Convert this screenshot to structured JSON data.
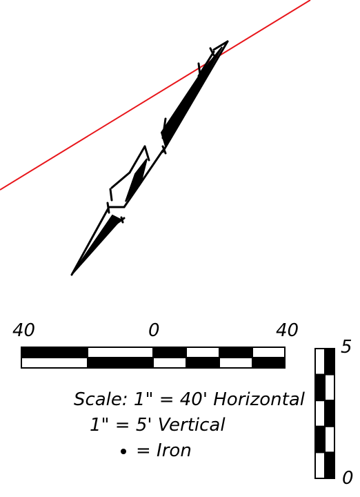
{
  "colors": {
    "survey_line": "#e8161b",
    "ink": "#000000",
    "background": "#ffffff"
  },
  "horizontal_scale": {
    "left_label": "40",
    "center_label": "0",
    "right_label": "40"
  },
  "vertical_scale": {
    "top_label": "5",
    "bottom_label": "0"
  },
  "scale_note": {
    "horizontal": "Scale:  1\" = 40' Horizontal",
    "vertical": "1\" = 5' Vertical",
    "iron_legend": "= Iron"
  }
}
